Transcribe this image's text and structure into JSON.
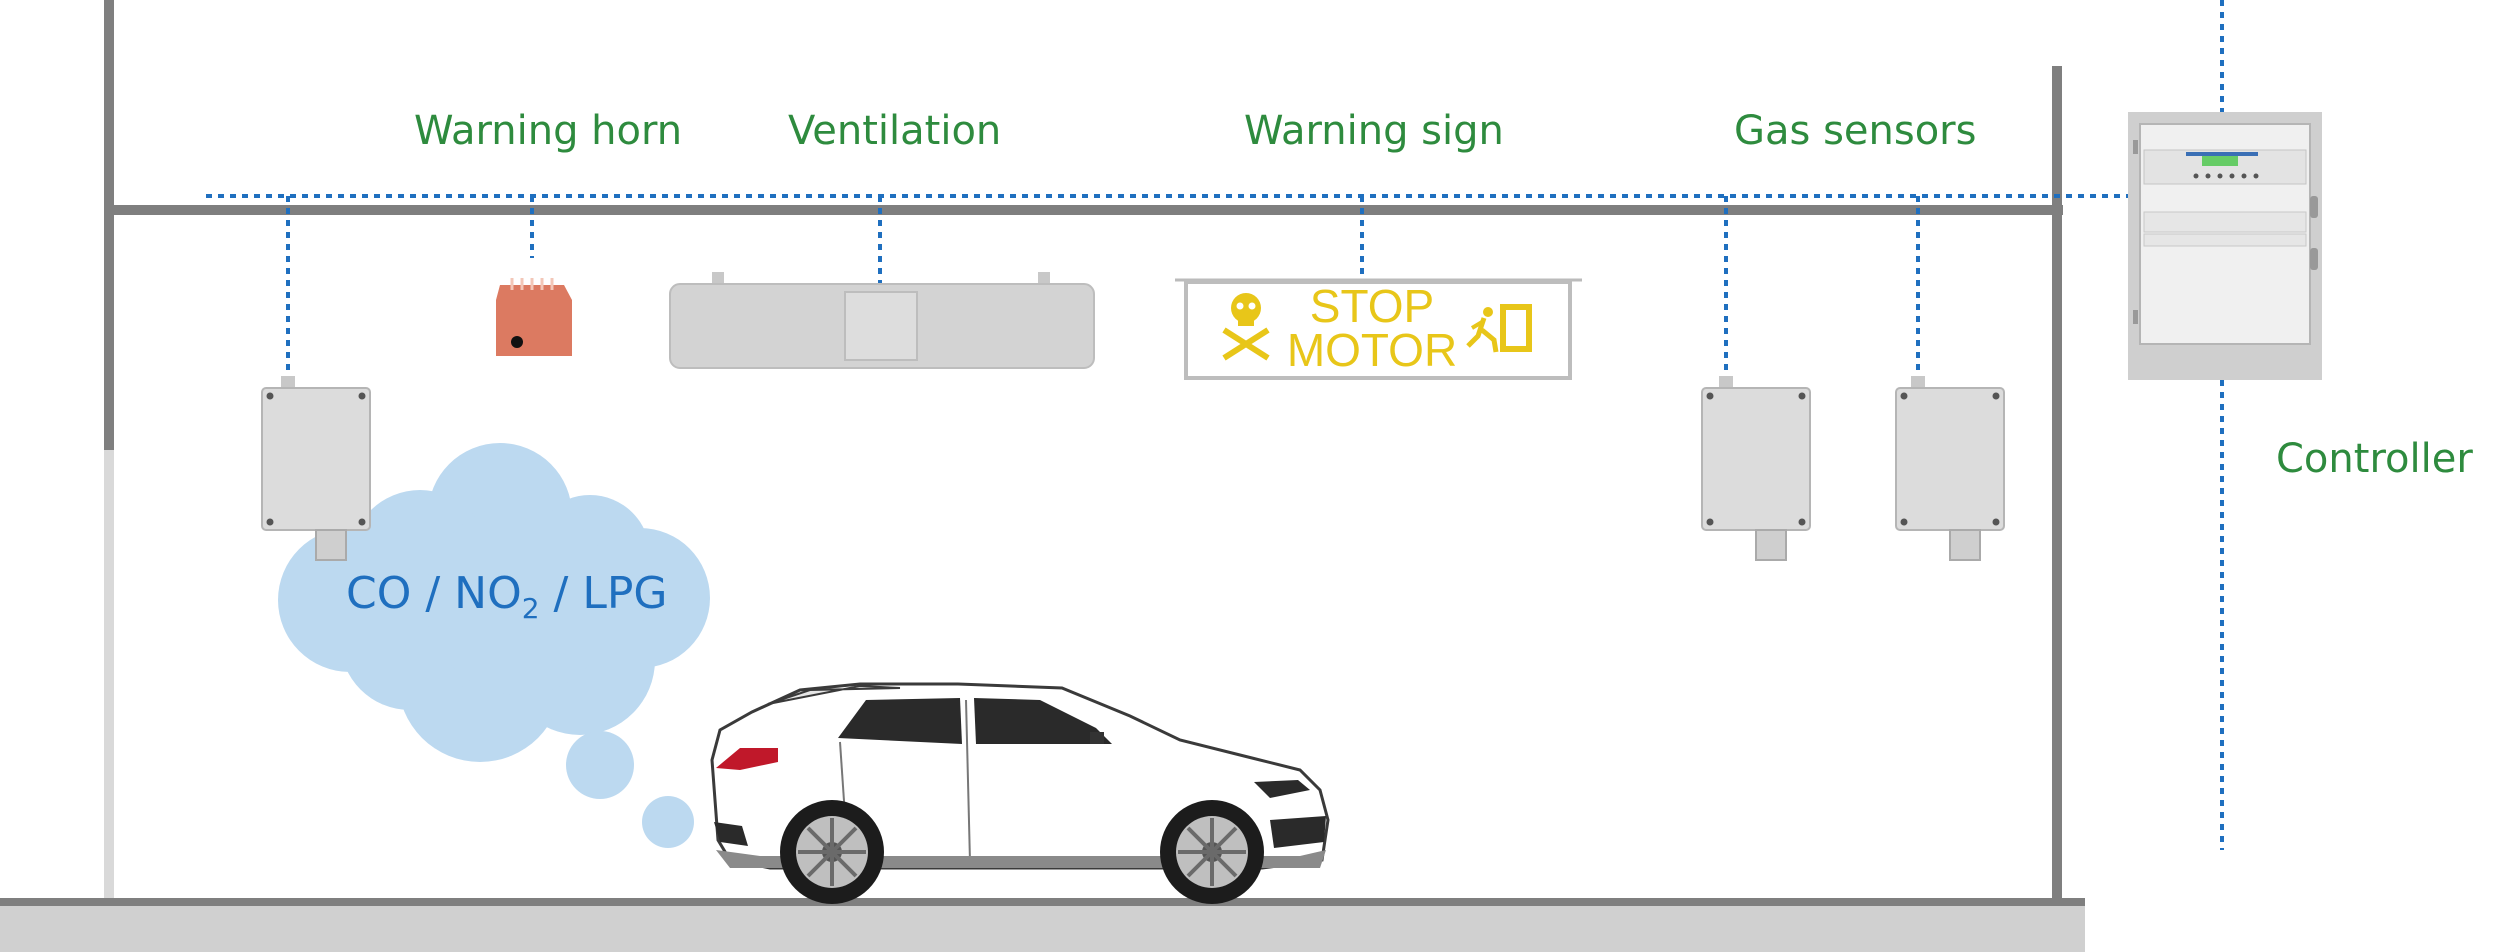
{
  "labels": {
    "warning_horn": "Warning horn",
    "ventilation": "Ventilation",
    "warning_sign": "Warning sign",
    "gas_sensors": "Gas sensors",
    "controller": "Controller"
  },
  "sign": {
    "line1": "STOP",
    "line2": "MOTOR"
  },
  "gas_cloud": {
    "part1": "CO / NO",
    "subscript": "2",
    "part2": " / LPG"
  },
  "colors": {
    "label_green": "#2e8b3e",
    "bus_blue": "#1f6fbf",
    "structure_gray": "#7f7f7f",
    "floor_gray": "#d0d0d0",
    "device_gray": "#d9d9d9",
    "horn_orange": "#dc7a61",
    "sign_yellow": "#e8c619",
    "cloud_blue": "#bcd9f0"
  }
}
